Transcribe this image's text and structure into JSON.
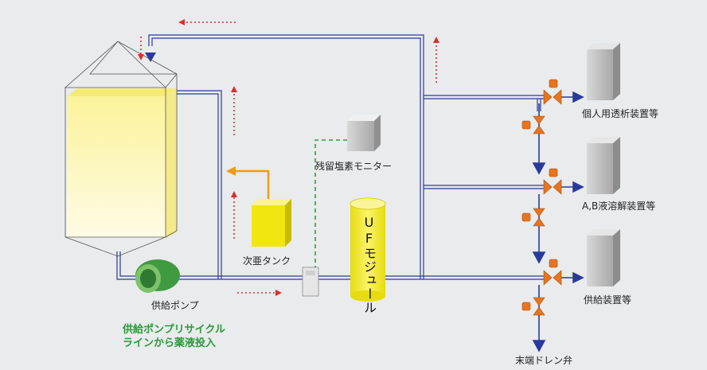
{
  "labels": {
    "device_1": "個人用透析装置等",
    "device_2": "A,B液溶解装置等",
    "device_3": "供給装置等",
    "drain_valve": "末端ドレン弁",
    "chlorine_monitor": "残留塩素モニター",
    "hypochlorite_tank": "次亜タンク",
    "uf_module": "UFモジュール",
    "supply_pump": "供給ポンプ"
  },
  "note": {
    "line_1": "供給ポンプリサイクル",
    "line_2": "ラインから薬液投入"
  },
  "colors": {
    "background": "#e9ebec",
    "pipe": "#2a3a9a",
    "flow_arrow": "#d83030",
    "chemical_line": "#f29a1a",
    "signal_line": "#2aa040",
    "tank_fill": "#fbf39a",
    "uf_module": "#f6ee2a",
    "pump": "#3f9a40",
    "valve": "#e8741e",
    "device": "#b0b0b0"
  }
}
